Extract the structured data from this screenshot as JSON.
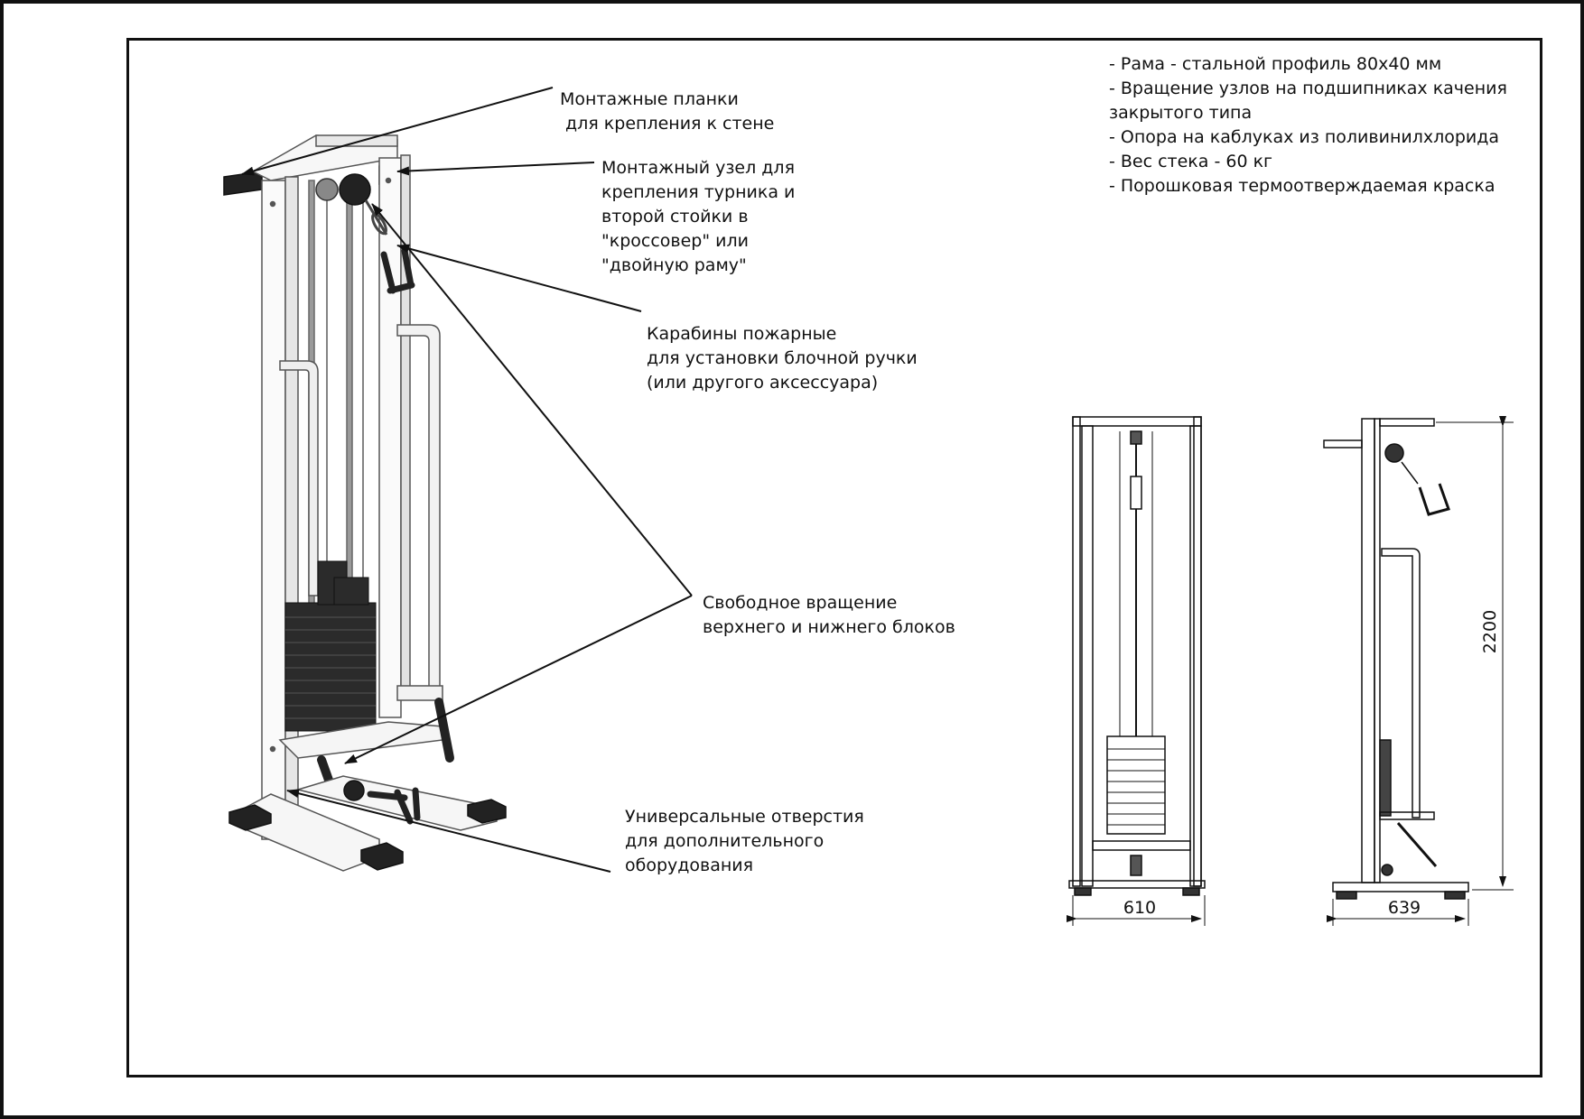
{
  "specs": [
    "- Рама - стальной профиль 80х40 мм",
    "- Вращение узлов на подшипниках качения",
    "закрытого типа",
    "- Опора на каблуках из поливинилхлорида",
    "- Вес стека - 60 кг",
    "- Порошковая термоотверждаемая краска"
  ],
  "callouts": {
    "mount_plates": "Монтажные планки\n для крепления к стене",
    "mount_node": "Монтажный узел для\nкрепления турника и\nвторой стойки в\n\"кроссовер\" или\n\"двойную раму\"",
    "carabiners": "Карабины пожарные\nдля установки блочной ручки\n(или другого аксессуара)",
    "free_rotation": "Свободное вращение\nверхнего и нижнего блоков",
    "universal_holes": "Универсальные отверстия\nдля дополнительного\nоборудования"
  },
  "dimensions": {
    "front_width": "610",
    "side_depth": "639",
    "height": "2200"
  }
}
